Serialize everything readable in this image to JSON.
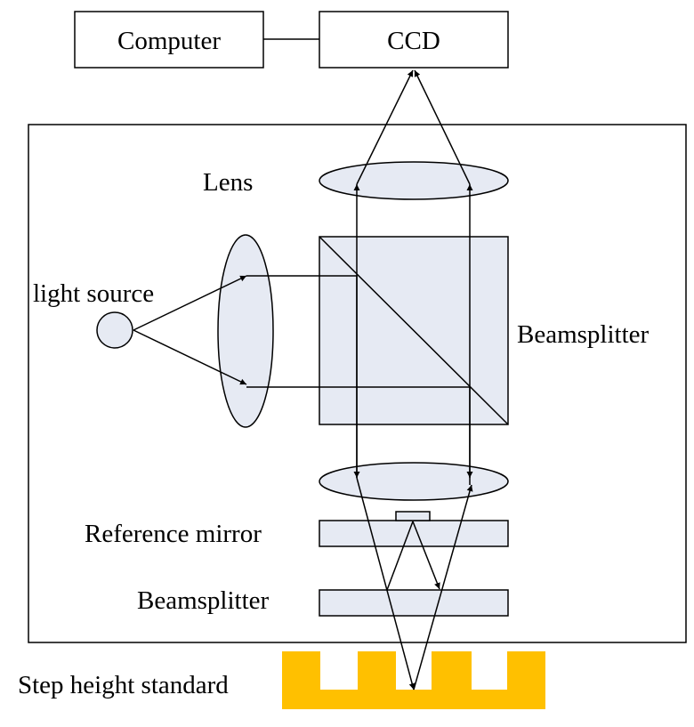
{
  "labels": {
    "computer": "Computer",
    "ccd": "CCD",
    "lens": "Lens",
    "light_source": "light source",
    "beamsplitter_cube": "Beamsplitter",
    "reference_mirror": "Reference mirror",
    "beamsplitter_plate": "Beamsplitter",
    "step_height_standard": "Step height standard"
  },
  "colors": {
    "optic_fill": "#E6EAF3",
    "standard_fill": "#FFC000",
    "line": "#000000"
  }
}
